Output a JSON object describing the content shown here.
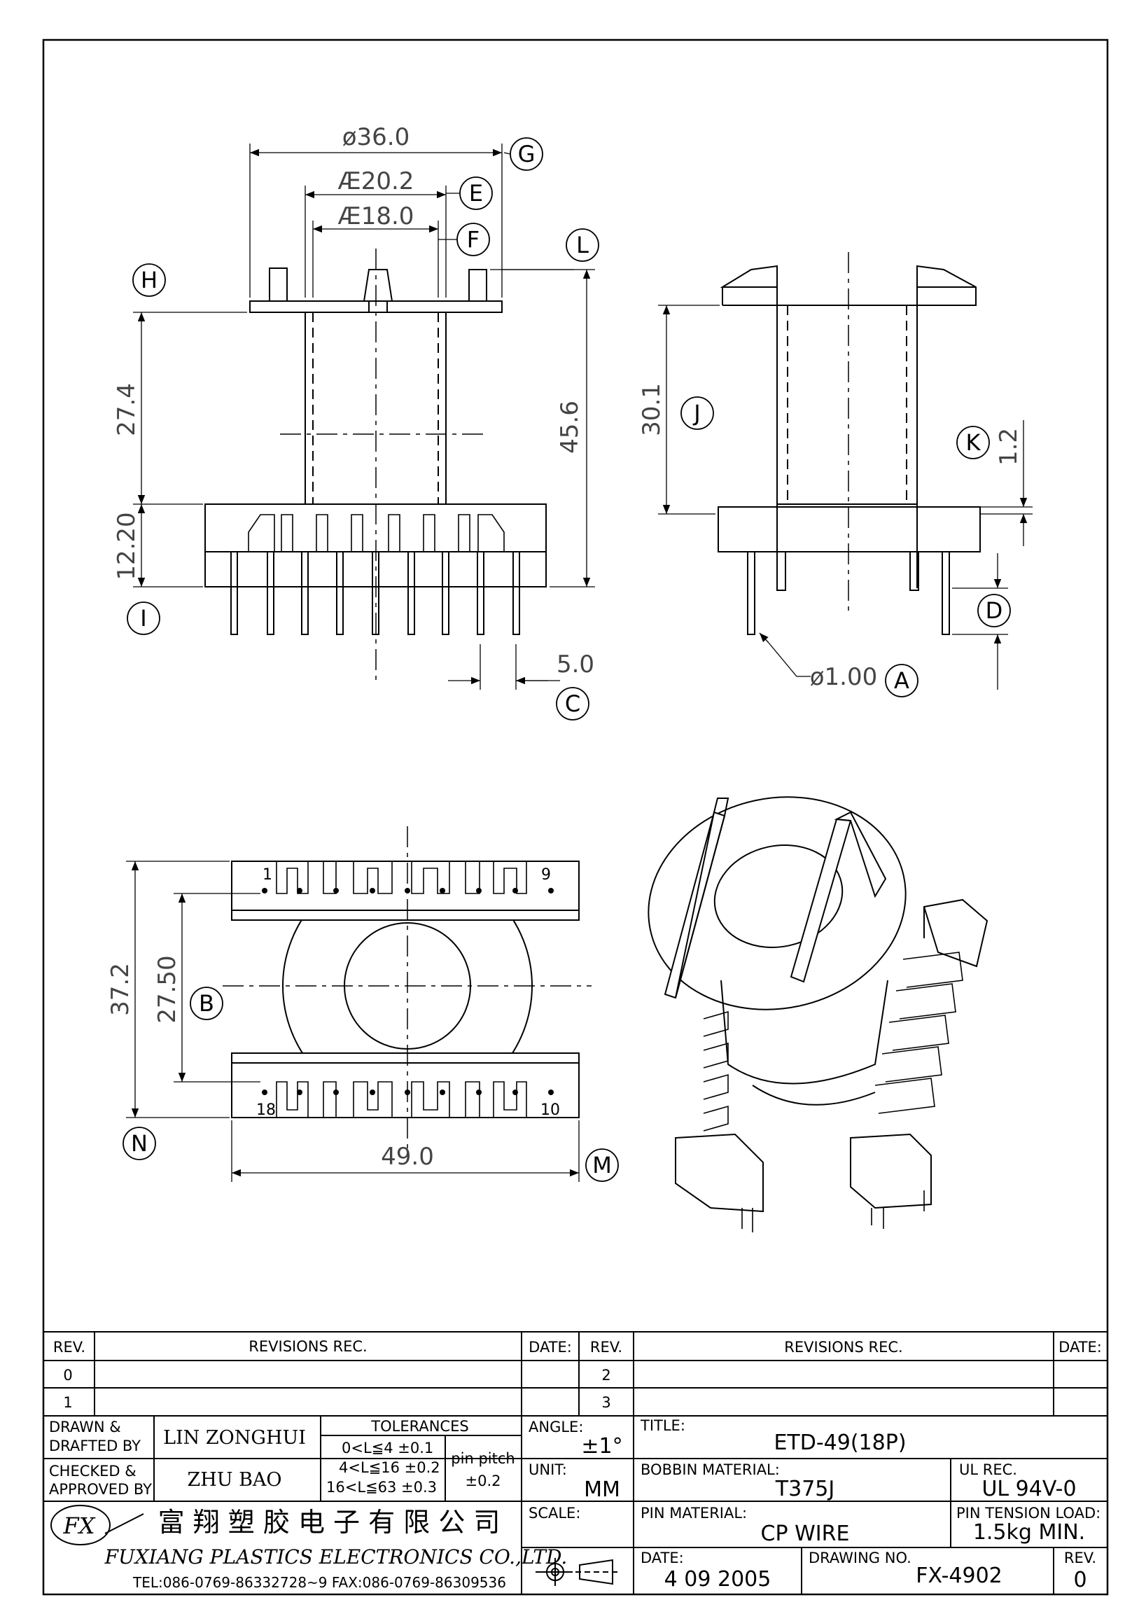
{
  "dimensions": {
    "d36": "ø36.0",
    "d20": "Æ20.2",
    "d18": "Æ18.0",
    "h274": "27.4",
    "h456": "45.6",
    "h1220": "12.20",
    "pitch": "5.0",
    "h301": "30.1",
    "k12": "1.2",
    "pin": "ø1.00",
    "w372": "37.2",
    "w2750": "27.50",
    "w490": "49.0"
  },
  "labels": {
    "A": "A",
    "B": "B",
    "C": "C",
    "D": "D",
    "E": "E",
    "F": "F",
    "G": "G",
    "H": "H",
    "I": "I",
    "J": "J",
    "K": "K",
    "L": "L",
    "M": "M",
    "N": "N"
  },
  "pins": {
    "p1": "1",
    "p9": "9",
    "p18": "18",
    "p10": "10"
  },
  "table": {
    "rev_header": "REV.",
    "revisions_header": "REVISIONS   REC.",
    "date_header": "DATE:",
    "rev_rows": [
      "0",
      "1"
    ],
    "rev_rows_right": [
      "2",
      "3"
    ],
    "drawn_label_1": "DRAWN &",
    "drawn_label_2": "DRAFTED BY",
    "drawn_name": "LIN ZONGHUI",
    "checked_label_1": "CHECKED &",
    "checked_label_2": "APPROVED BY",
    "checked_name": "ZHU BAO",
    "tolerances_title": "TOLERANCES",
    "tol_1": "0<L≦4   ±0.1",
    "tol_2": "4<L≦16  ±0.2",
    "tol_3": "16<L≦63  ±0.3",
    "pin_pitch_label": "pin pitch",
    "pin_pitch_value": "±0.2",
    "angle_label": "ANGLE:",
    "angle_value": "±1°",
    "unit_label": "UNIT:",
    "unit_value": "MM",
    "scale_label": "SCALE:",
    "title_label": "TITLE:",
    "title_value": "ETD-49(18P)",
    "bobbin_label": "BOBBIN MATERIAL:",
    "bobbin_value": "T375J",
    "ul_label": "UL REC.",
    "ul_value": "UL 94V-0",
    "pin_mat_label": "PIN MATERIAL:",
    "pin_mat_value": "CP  WIRE",
    "tension_label": "PIN TENSION LOAD:",
    "tension_value": "1.5kg  MIN.",
    "date_label": "DATE:",
    "date_value": "4  09  2005",
    "drawing_no_label": "DRAWING NO.",
    "drawing_no_value": "FX-4902",
    "rev_label": "REV.",
    "rev_value": "0"
  },
  "company": {
    "name_cn": "富 翔 塑 胶 电 子 有 限 公 司",
    "name_en": "FUXIANG PLASTICS ELECTRONICS CO.,LTD.",
    "contact": "TEL:086-0769-86332728~9 FAX:086-0769-86309536"
  }
}
